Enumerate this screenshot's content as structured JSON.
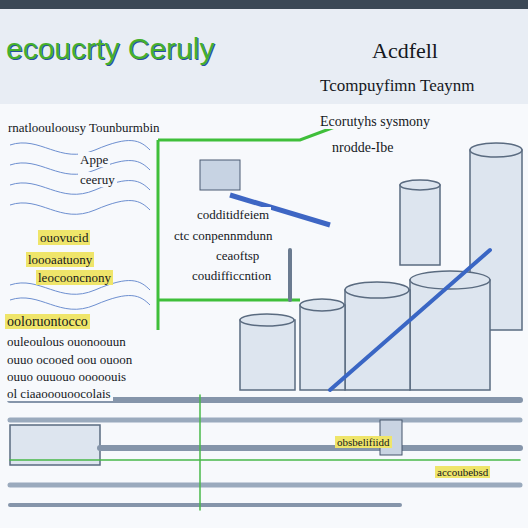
{
  "diagram": {
    "title": "ecoucrty Ceruly",
    "labels": [
      "Acdfell",
      "Tcompuyfimn Teaynm",
      "rnatloouloousy Tounburmbin",
      "Ecorutyhs sysmony",
      "Appe",
      "ceeruy",
      "nrodde-Ibe",
      "ouovucid",
      "loooaatuony",
      "leocooncnony",
      "codditidfeiem",
      "ctc conpennmdunn",
      "ceaoftsp",
      "coudifficcntion",
      "ooloruontocco",
      "ouleoulous ouonoouun",
      "ouuo ocooed oou ouoon",
      "ouuo ouuouo ooooouis",
      "ol ciaaooouoocolais",
      "obsbelifiidd",
      "accoubebsd"
    ]
  }
}
